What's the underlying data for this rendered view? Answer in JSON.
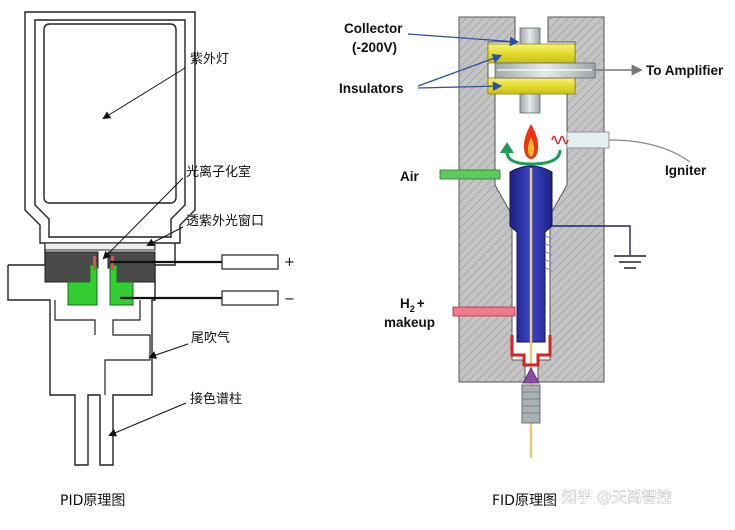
{
  "pid": {
    "labels": {
      "uv_lamp": "紫外灯",
      "ion_chamber": "光离子化室",
      "uv_window": "透紫外光窗口",
      "tail_gas": "尾吹气",
      "column": "接色谱柱",
      "plus": "+",
      "minus": "−"
    },
    "caption": "PID原理图",
    "colors": {
      "electrode": "#33cc33",
      "insulator": "#555555",
      "contact": "#e05050"
    }
  },
  "fid": {
    "labels": {
      "collector": "Collector",
      "voltage": "(-200V)",
      "insulators": "Insulators",
      "amplifier": "To Amplifier",
      "air": "Air",
      "igniter": "Igniter",
      "h2_main": "H",
      "h2_sub": "2",
      "h2_plus": "+",
      "makeup": "makeup"
    },
    "caption": "FID原理图",
    "colors": {
      "body": "#b8b8b8",
      "jet": "#2a2f9c",
      "insulator": "#e8e23c",
      "air": "#5fc85f",
      "h2": "#f07a8a",
      "flame": "#ee3311",
      "arrow": "#1f9d55"
    }
  },
  "watermark": "知乎 @天禹智控"
}
